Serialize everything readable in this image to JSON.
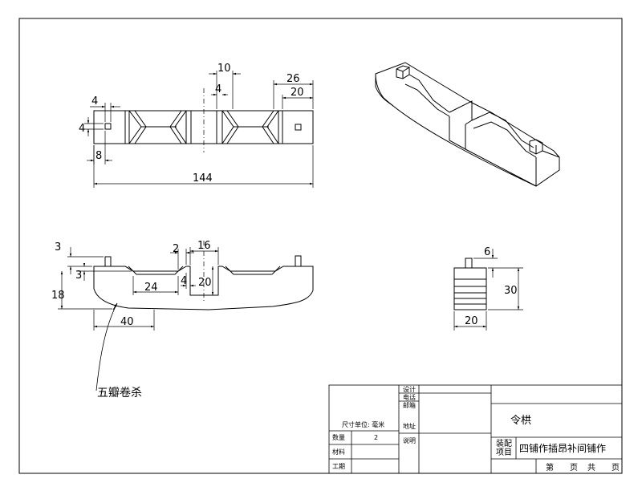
{
  "dimensions": {
    "top_4_width": "4",
    "top_4_height": "4",
    "top_8": "8",
    "top_144": "144",
    "top_10": "10",
    "top_4_center": "4",
    "top_26": "26",
    "top_20": "20",
    "front_3_top": "3",
    "front_3_left": "3",
    "front_18": "18",
    "front_40": "40",
    "front_24": "24",
    "front_2": "2",
    "front_4": "4",
    "front_16": "16",
    "front_20": "20",
    "side_6": "6",
    "side_30": "30",
    "side_20": "20"
  },
  "leader_label": "五瓣卷杀",
  "title_block": {
    "unit_label": "尺寸单位: 毫米",
    "qty_label": "数量",
    "qty_value": "2",
    "material_label": "材料",
    "process_label": "工期",
    "design_label": "设计",
    "phone_label": "电话",
    "email_label": "邮箱",
    "address_label": "地址",
    "notes_label": "说明",
    "part_name": "令栱",
    "assembly_label_1": "装配",
    "assembly_label_2": "项目",
    "assembly_name": "四铺作插昂补间铺作",
    "page_label_1": "第",
    "page_label_2": "页",
    "page_label_3": "共",
    "page_label_4": "页"
  }
}
